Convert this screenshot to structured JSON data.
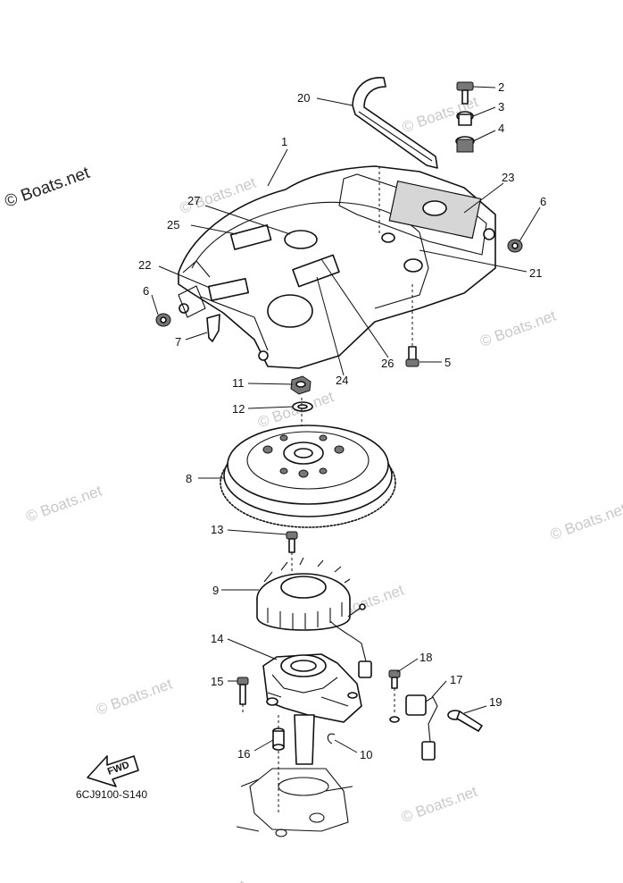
{
  "watermark": {
    "main": "© Boats.net",
    "faint": "© Boats.net"
  },
  "diagram_code": "6CJ9100-S140",
  "fwd_label": "FWD",
  "callouts": {
    "c1": "1",
    "c2": "2",
    "c3": "3",
    "c4": "4",
    "c5": "5",
    "c6a": "6",
    "c6b": "6",
    "c7": "7",
    "c8": "8",
    "c9": "9",
    "c10": "10",
    "c11": "11",
    "c12": "12",
    "c13": "13",
    "c14": "14",
    "c15": "15",
    "c16": "16",
    "c17": "17",
    "c18": "18",
    "c19": "19",
    "c20": "20",
    "c21": "21",
    "c22": "22",
    "c23": "23",
    "c24": "24",
    "c25": "25",
    "c26": "26",
    "c27": "27"
  }
}
